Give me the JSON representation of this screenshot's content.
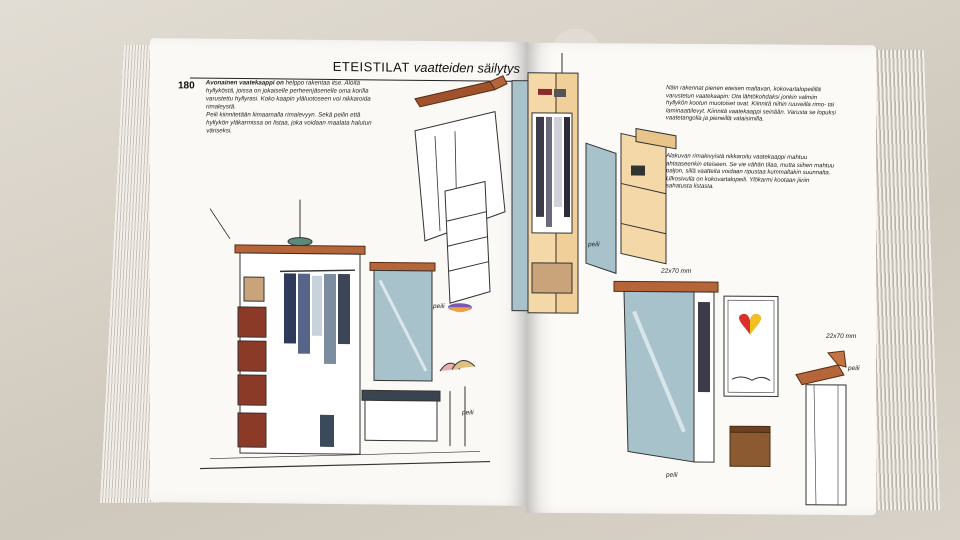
{
  "left_page": {
    "title_main": "ETEISTILAT",
    "title_sub": "vaatteiden säilytys",
    "page_number": "180",
    "intro_bold": "Avonainen vaatekaappi on",
    "intro_rest": "helppo rakentaa itse. Aloita hyllyköstä, joissa on jokaiselle perheenjäsenelle oma korilla varustettu hyllyrasi. Koko kaapin yläluotoseen voi nikkaroida rimaleystä.",
    "paragraph2": "Peili kiinnitetään liimaamalla rimalevyyn. Sekä peilin että hyllykön yläkarmissa on listaa, joka voidaan maalata halutun väriseksi.",
    "label_peili": "peili"
  },
  "right_page": {
    "paragraph1": "Näin rakennat pienen eteisen maltavan, kokovartalopeilillä varustetun vaatekaapin: Ota lähtökohdaksi jonkin valmiin hyllykön kootun muotoiset ovat. Kiinnitä niihin ruuveilla rimo- tai laminaattilevyt. Kiinnitä vaatekaappi seinään. Varusta se lopuksi vaatetangolla ja pieneillä valaisimilla.",
    "paragraph2": "Alakuvan rimalevyistä nikkaroitu vaatekaappi mahtuu ahtaaseenkin eteiseen. Se vie vähän tilaa, mutta siihen mahtuu paljon, sillä vaatteita voidaan ripustaa kummaltakin suunnalta. Ulkosivulla on kokovartalopeili. Ylökarmi kootaan jiiriin sahatusta listasta.",
    "label_peili_top": "peili",
    "label_dim_1": "22x70 mm",
    "label_dim_2": "22x70 mm",
    "label_peili_right": "peili",
    "label_peili_bottom": "peili"
  }
}
